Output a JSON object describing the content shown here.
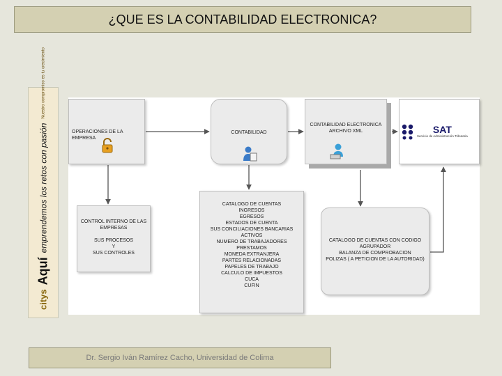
{
  "slide": {
    "title": "¿QUE ES LA CONTABILIDAD ELECTRONICA?",
    "footer": "Dr. Sergio Iván Ramírez Cacho, Universidad de Colima"
  },
  "side_banner": {
    "brand": "citys",
    "headline": "Aquí",
    "slogan": "emprendemos los retos con pasión",
    "subtext": "Nuestro compromiso es tu crecimiento",
    "logo_icon": "city-logo-icon"
  },
  "diagram": {
    "operations_box": "OPERACIONES DE LA EMPRESA",
    "accounting_box": "CONTABILIDAD",
    "xml_box": [
      "CONTABILIDAD ELECTRONICA",
      "ARCHIVO XML"
    ],
    "sat_logo": {
      "name": "SAT",
      "subtitle": "Servicio de Administración Tributaria"
    },
    "internal_control_box": [
      "CONTROL INTERNO DE LAS",
      "EMPRESAS",
      "",
      "SUS PROCESOS",
      "Y",
      "SUS CONTROLES"
    ],
    "accounting_items": [
      "CATALOGO DE CUENTAS",
      "INGRESOS",
      "EGRESOS",
      "ESTADOS DE CUENTA",
      "SUS CONCILIACIONES BANCARIAS",
      "ACTIVOS",
      "NUMERO DE TRABAJADORES",
      "PRESTAMOS",
      "MONEDA EXTRANJERA",
      "PARTES RELACIONADAS",
      "PAPELES DE TRABAJO",
      "CALCULO DE IMPUESTOS",
      "CUCA",
      "CUFIN"
    ],
    "catalog_items": [
      "CATALOGO DE CUENTAS CON CODIGO",
      "AGRUPADOR",
      "BALANZA DE COMPROBACION",
      "POLIZAS ( A PETICION DE LA AUTORIDAD)"
    ]
  }
}
